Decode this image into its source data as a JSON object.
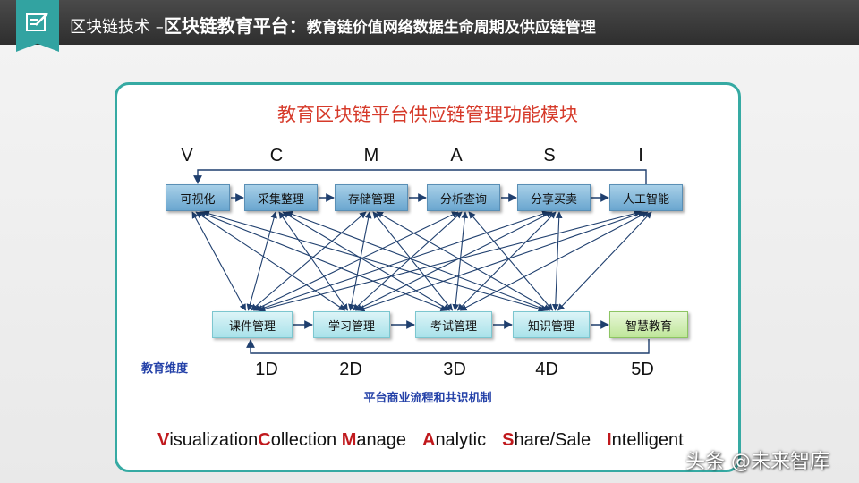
{
  "header": {
    "title_prefix": "区块链技术 –",
    "title_main": "区块链教育平台",
    "title_sep": "：",
    "title_sub": "教育链价值网络数据生命周期及供应链管理",
    "icon": "edit-document-icon"
  },
  "panel": {
    "title": "教育区块链平台供应链管理功能模块",
    "letters": [
      "V",
      "C",
      "M",
      "A",
      "S",
      "I"
    ],
    "top_boxes": [
      "可视化",
      "采集整理",
      "存储管理",
      "分析查询",
      "分享买卖",
      "人工智能"
    ],
    "bottom_boxes": [
      "课件管理",
      "学习管理",
      "考试管理",
      "知识管理",
      "智慧教育"
    ],
    "dims": [
      "1D",
      "2D",
      "3D",
      "4D",
      "5D"
    ],
    "edu_dimension_label": "教育维度",
    "flow_label": "平台商业流程和共识机制"
  },
  "legend": {
    "terms": [
      {
        "initial": "V",
        "rest": "isualization"
      },
      {
        "initial": "C",
        "rest": "ollection "
      },
      {
        "initial": "M",
        "rest": "anage"
      },
      {
        "initial": "A",
        "rest": "nalytic"
      },
      {
        "initial": "S",
        "rest": "hare/Sale"
      },
      {
        "initial": "I",
        "rest": "ntelligent"
      }
    ]
  },
  "watermark": "头条 @未来智库",
  "colors": {
    "accent_teal": "#36aaa3",
    "title_red": "#d63a2a",
    "label_blue": "#2441a8",
    "arrow": "#1f3f6e"
  }
}
